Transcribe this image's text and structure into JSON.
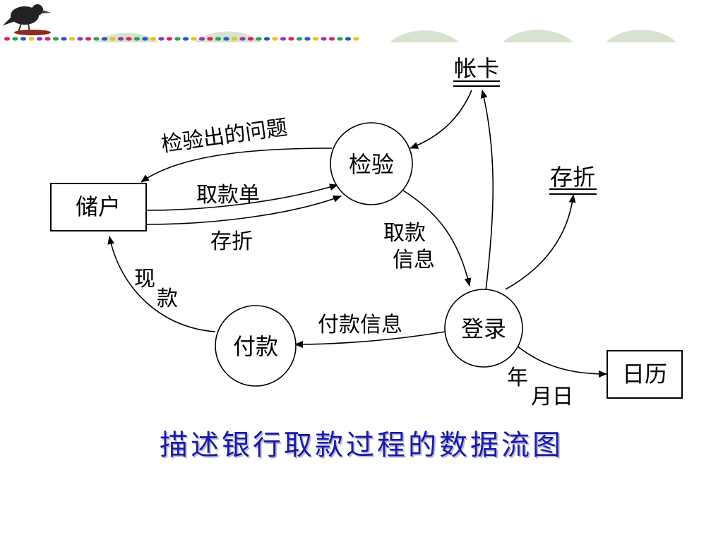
{
  "header": {
    "bird_icon": "bird-icon",
    "dot_colors": [
      "#e0245e",
      "#2aa55a",
      "#2b59c3",
      "#f0c020",
      "#8a3fb5"
    ],
    "arc_color": "#d6e3cf"
  },
  "nodes": {
    "depositor": "储户",
    "verify": "检验",
    "account_card": "帐卡",
    "passbook_store": "存折",
    "register": "登录",
    "payment": "付款",
    "calendar": "日历"
  },
  "edges": {
    "problems": "检验出的问题",
    "withdraw_slip": "取款单",
    "passbook": "存折",
    "withdraw_info_line1": "取款",
    "withdraw_info_line2": "信息",
    "payment_info": "付款信息",
    "cash_line1": "现",
    "cash_line2": "款",
    "date_line1": "年",
    "date_line2": "月日"
  },
  "caption": "描述银行取款过程的数据流图"
}
